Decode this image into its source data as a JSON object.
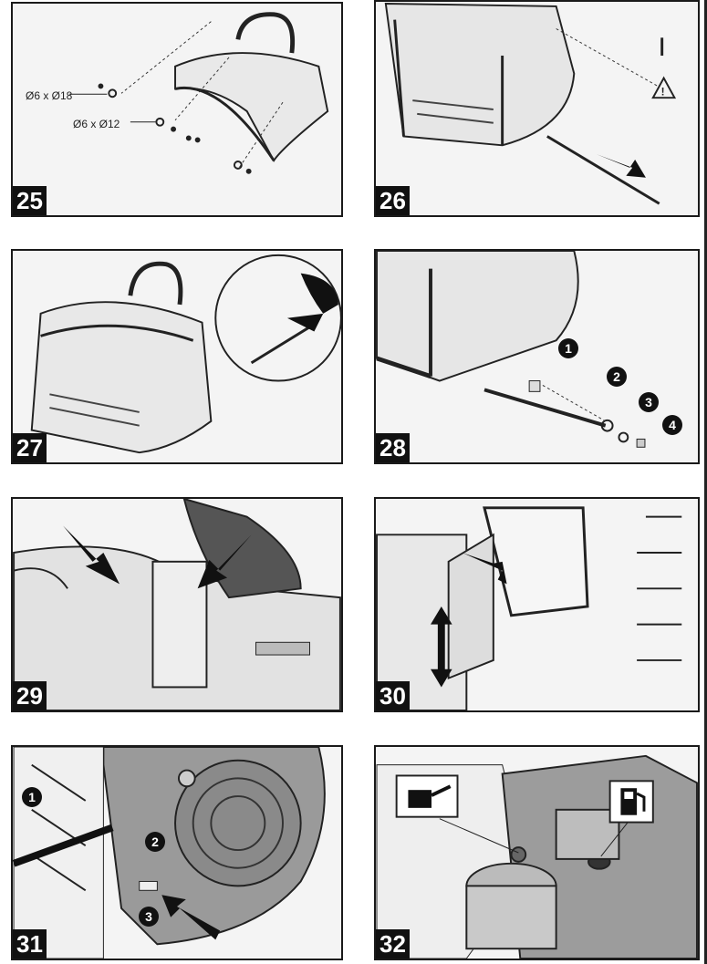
{
  "panels": [
    {
      "number": "25",
      "labels": {
        "washer_large": "Ø6 x Ø18",
        "washer_small": "Ø6 x Ø12"
      }
    },
    {
      "number": "26"
    },
    {
      "number": "27"
    },
    {
      "number": "28",
      "callouts": [
        "1",
        "2",
        "3",
        "4"
      ]
    },
    {
      "number": "29"
    },
    {
      "number": "30"
    },
    {
      "number": "31",
      "callouts": [
        "1",
        "2",
        "3"
      ]
    },
    {
      "number": "32"
    }
  ]
}
